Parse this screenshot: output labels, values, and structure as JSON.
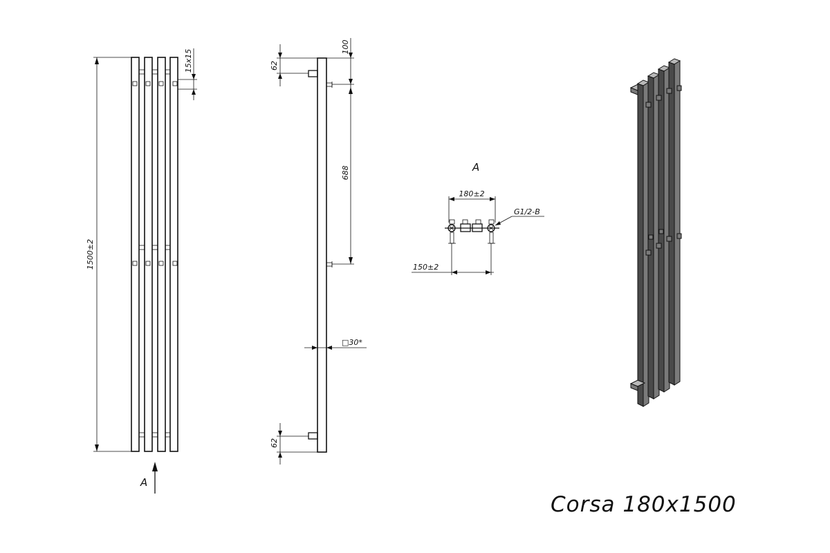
{
  "front_view": {
    "overall_height_label": "1500±2",
    "tube_section_label": "15x15",
    "view_marker_label": "A"
  },
  "side_view": {
    "top_offset_label": "100",
    "top_bracket_label": "62",
    "bracket_spacing_label": "688",
    "profile_label": "□30*",
    "bottom_bracket_label": "62"
  },
  "detail_a": {
    "title": "A",
    "width_label": "180±2",
    "connection_label": "G1/2-B",
    "axis_spacing_label": "150±2"
  },
  "model_title": "Corsa 180x1500"
}
